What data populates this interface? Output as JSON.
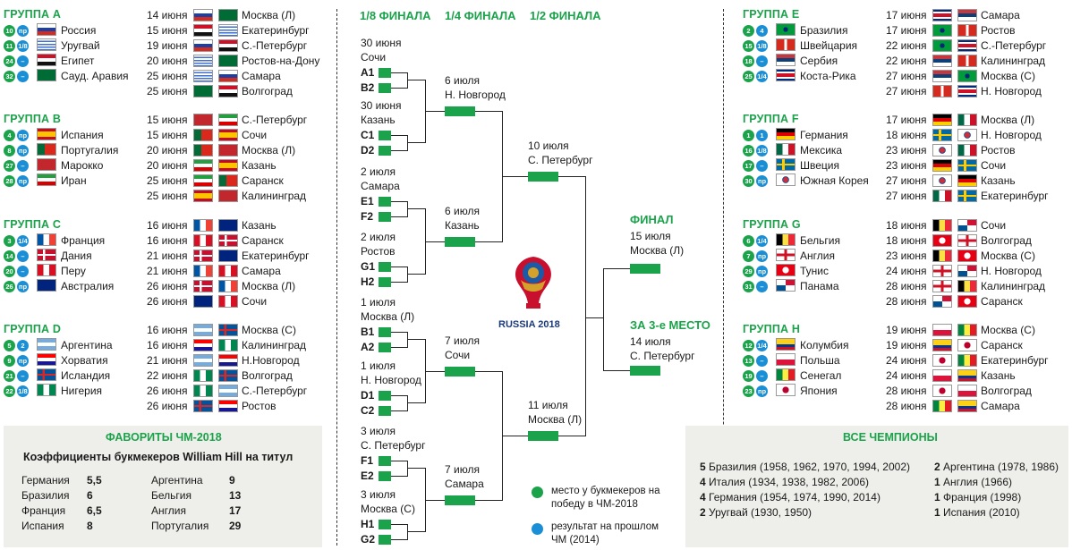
{
  "left_groups": [
    {
      "title": "ГРУППА А",
      "teams": [
        {
          "name": "Россия",
          "b1": "10",
          "b2": "пр",
          "f": "ru"
        },
        {
          "name": "Уругвай",
          "b1": "11",
          "b2": "1/8",
          "f": "uy"
        },
        {
          "name": "Египет",
          "b1": "24",
          "b2": "–",
          "f": "eg"
        },
        {
          "name": "Сауд. Аравия",
          "b1": "32",
          "b2": "–",
          "f": "sa"
        }
      ],
      "matches": [
        {
          "date": "14 июня",
          "f1": "ru",
          "f2": "sa",
          "city": "Москва (Л)"
        },
        {
          "date": "15 июня",
          "f1": "eg",
          "f2": "uy",
          "city": "Екатеринбург"
        },
        {
          "date": "19 июня",
          "f1": "ru",
          "f2": "eg",
          "city": "С.-Петербург"
        },
        {
          "date": "20 июня",
          "f1": "uy",
          "f2": "sa",
          "city": "Ростов-на-Дону"
        },
        {
          "date": "25 июня",
          "f1": "uy",
          "f2": "ru",
          "city": "Самара"
        },
        {
          "date": "25 июня",
          "f1": "sa",
          "f2": "eg",
          "city": "Волгоград"
        }
      ]
    },
    {
      "title": "ГРУППА B",
      "teams": [
        {
          "name": "Испания",
          "b1": "4",
          "b2": "пр",
          "f": "es"
        },
        {
          "name": "Португалия",
          "b1": "8",
          "b2": "пр",
          "f": "pt"
        },
        {
          "name": "Марокко",
          "b1": "27",
          "b2": "–",
          "f": "ma"
        },
        {
          "name": "Иран",
          "b1": "28",
          "b2": "пр",
          "f": "ir"
        }
      ],
      "matches": [
        {
          "date": "15 июня",
          "f1": "ma",
          "f2": "ir",
          "city": "С.-Петербург"
        },
        {
          "date": "15 июня",
          "f1": "pt",
          "f2": "es",
          "city": "Сочи"
        },
        {
          "date": "20 июня",
          "f1": "pt",
          "f2": "ma",
          "city": "Москва (Л)"
        },
        {
          "date": "20 июня",
          "f1": "ir",
          "f2": "es",
          "city": "Казань"
        },
        {
          "date": "25 июня",
          "f1": "ir",
          "f2": "pt",
          "city": "Саранск"
        },
        {
          "date": "25 июня",
          "f1": "es",
          "f2": "ma",
          "city": "Калининград"
        }
      ]
    },
    {
      "title": "ГРУППА C",
      "teams": [
        {
          "name": "Франция",
          "b1": "3",
          "b2": "1/4",
          "f": "fr"
        },
        {
          "name": "Дания",
          "b1": "14",
          "b2": "–",
          "f": "dk"
        },
        {
          "name": "Перу",
          "b1": "20",
          "b2": "–",
          "f": "pe"
        },
        {
          "name": "Австралия",
          "b1": "26",
          "b2": "пр",
          "f": "au"
        }
      ],
      "matches": [
        {
          "date": "16 июня",
          "f1": "fr",
          "f2": "au",
          "city": "Казань"
        },
        {
          "date": "16 июня",
          "f1": "pe",
          "f2": "dk",
          "city": "Саранск"
        },
        {
          "date": "21 июня",
          "f1": "dk",
          "f2": "au",
          "city": "Екатеринбург"
        },
        {
          "date": "21 июня",
          "f1": "fr",
          "f2": "pe",
          "city": "Самара"
        },
        {
          "date": "26 июня",
          "f1": "dk",
          "f2": "fr",
          "city": "Москва (Л)"
        },
        {
          "date": "26 июня",
          "f1": "au",
          "f2": "pe",
          "city": "Сочи"
        }
      ]
    },
    {
      "title": "ГРУППА D",
      "teams": [
        {
          "name": "Аргентина",
          "b1": "5",
          "b2": "2",
          "f": "ar"
        },
        {
          "name": "Хорватия",
          "b1": "9",
          "b2": "пр",
          "f": "hr"
        },
        {
          "name": "Исландия",
          "b1": "21",
          "b2": "–",
          "f": "is"
        },
        {
          "name": "Нигерия",
          "b1": "22",
          "b2": "1/8",
          "f": "ng"
        }
      ],
      "matches": [
        {
          "date": "16 июня",
          "f1": "ar",
          "f2": "is",
          "city": "Москва (С)"
        },
        {
          "date": "16 июня",
          "f1": "hr",
          "f2": "ng",
          "city": "Калининград"
        },
        {
          "date": "21 июня",
          "f1": "ar",
          "f2": "hr",
          "city": "Н.Новгород"
        },
        {
          "date": "22 июня",
          "f1": "ng",
          "f2": "is",
          "city": "Волгоград"
        },
        {
          "date": "26 июня",
          "f1": "ng",
          "f2": "ar",
          "city": "С.-Петербург"
        },
        {
          "date": "26 июня",
          "f1": "is",
          "f2": "hr",
          "city": "Ростов"
        }
      ]
    }
  ],
  "right_groups": [
    {
      "title": "ГРУППА E",
      "teams": [
        {
          "name": "Бразилия",
          "b1": "2",
          "b2": "4",
          "f": "br"
        },
        {
          "name": "Швейцария",
          "b1": "15",
          "b2": "1/8",
          "f": "ch"
        },
        {
          "name": "Сербия",
          "b1": "18",
          "b2": "–",
          "f": "rs"
        },
        {
          "name": "Коста-Рика",
          "b1": "25",
          "b2": "1/4",
          "f": "cr"
        }
      ],
      "matches": [
        {
          "date": "17 июня",
          "f1": "cr",
          "f2": "rs",
          "city": "Самара"
        },
        {
          "date": "17 июня",
          "f1": "br",
          "f2": "ch",
          "city": "Ростов"
        },
        {
          "date": "22 июня",
          "f1": "br",
          "f2": "cr",
          "city": "С.-Петербург"
        },
        {
          "date": "22 июня",
          "f1": "rs",
          "f2": "ch",
          "city": "Калининград"
        },
        {
          "date": "27 июня",
          "f1": "rs",
          "f2": "br",
          "city": "Москва (С)"
        },
        {
          "date": "27 июня",
          "f1": "ch",
          "f2": "cr",
          "city": "Н. Новгород"
        }
      ]
    },
    {
      "title": "ГРУППА F",
      "teams": [
        {
          "name": "Германия",
          "b1": "1",
          "b2": "1",
          "f": "de"
        },
        {
          "name": "Мексика",
          "b1": "16",
          "b2": "1/8",
          "f": "mx"
        },
        {
          "name": "Швеция",
          "b1": "17",
          "b2": "–",
          "f": "se"
        },
        {
          "name": "Южная Корея",
          "b1": "30",
          "b2": "пр",
          "f": "kr"
        }
      ],
      "matches": [
        {
          "date": "17 июня",
          "f1": "de",
          "f2": "mx",
          "city": "Москва (Л)"
        },
        {
          "date": "18 июня",
          "f1": "se",
          "f2": "kr",
          "city": "Н. Новгород"
        },
        {
          "date": "23 июня",
          "f1": "kr",
          "f2": "mx",
          "city": "Ростов"
        },
        {
          "date": "23 июня",
          "f1": "de",
          "f2": "se",
          "city": "Сочи"
        },
        {
          "date": "27 июня",
          "f1": "kr",
          "f2": "de",
          "city": "Казань"
        },
        {
          "date": "27 июня",
          "f1": "mx",
          "f2": "se",
          "city": "Екатеринбург"
        }
      ]
    },
    {
      "title": "ГРУППА G",
      "teams": [
        {
          "name": "Бельгия",
          "b1": "6",
          "b2": "1/4",
          "f": "be"
        },
        {
          "name": "Англия",
          "b1": "7",
          "b2": "пр",
          "f": "en"
        },
        {
          "name": "Тунис",
          "b1": "29",
          "b2": "пр",
          "f": "tn"
        },
        {
          "name": "Панама",
          "b1": "31",
          "b2": "–",
          "f": "pa"
        }
      ],
      "matches": [
        {
          "date": "18 июня",
          "f1": "be",
          "f2": "pa",
          "city": "Сочи"
        },
        {
          "date": "18 июня",
          "f1": "tn",
          "f2": "en",
          "city": "Волгоград"
        },
        {
          "date": "23 июня",
          "f1": "be",
          "f2": "tn",
          "city": "Москва (С)"
        },
        {
          "date": "24 июня",
          "f1": "en",
          "f2": "pa",
          "city": "Н. Новгород"
        },
        {
          "date": "28 июня",
          "f1": "en",
          "f2": "be",
          "city": "Калининград"
        },
        {
          "date": "28 июня",
          "f1": "pa",
          "f2": "tn",
          "city": "Саранск"
        }
      ]
    },
    {
      "title": "ГРУППА H",
      "teams": [
        {
          "name": "Колумбия",
          "b1": "12",
          "b2": "1/4",
          "f": "co"
        },
        {
          "name": "Польша",
          "b1": "13",
          "b2": "–",
          "f": "pl"
        },
        {
          "name": "Сенегал",
          "b1": "19",
          "b2": "–",
          "f": "sn"
        },
        {
          "name": "Япония",
          "b1": "23",
          "b2": "пр",
          "f": "jp"
        }
      ],
      "matches": [
        {
          "date": "19 июня",
          "f1": "pl",
          "f2": "sn",
          "city": "Москва (С)"
        },
        {
          "date": "19 июня",
          "f1": "co",
          "f2": "jp",
          "city": "Саранск"
        },
        {
          "date": "24 июня",
          "f1": "jp",
          "f2": "sn",
          "city": "Екатеринбург"
        },
        {
          "date": "24 июня",
          "f1": "pl",
          "f2": "co",
          "city": "Казань"
        },
        {
          "date": "28 июня",
          "f1": "jp",
          "f2": "pl",
          "city": "Волгоград"
        },
        {
          "date": "28 июня",
          "f1": "sn",
          "f2": "co",
          "city": "Самара"
        }
      ]
    }
  ],
  "bracket": {
    "headers": {
      "r16": "1/8 ФИНАЛА",
      "qf": "1/4 ФИНАЛА",
      "sf": "1/2 ФИНАЛА"
    },
    "r16": [
      {
        "date": "30 июня",
        "city": "Сочи",
        "t1": "A1",
        "t2": "B2"
      },
      {
        "date": "30 июня",
        "city": "Казань",
        "t1": "C1",
        "t2": "D2"
      },
      {
        "date": "2 июля",
        "city": "Самара",
        "t1": "E1",
        "t2": "F2"
      },
      {
        "date": "2 июля",
        "city": "Ростов",
        "t1": "G1",
        "t2": "H2"
      },
      {
        "date": "1 июля",
        "city": "Москва (Л)",
        "t1": "B1",
        "t2": "A2"
      },
      {
        "date": "1 июля",
        "city": "Н. Новгород",
        "t1": "D1",
        "t2": "C2"
      },
      {
        "date": "3 июля",
        "city": "С. Петербург",
        "t1": "F1",
        "t2": "E2"
      },
      {
        "date": "3 июля",
        "city": "Москва (С)",
        "t1": "H1",
        "t2": "G2"
      }
    ],
    "qf": [
      {
        "date": "6 июля",
        "city": "Н. Новгород"
      },
      {
        "date": "6 июля",
        "city": "Казань"
      },
      {
        "date": "7 июля",
        "city": "Сочи"
      },
      {
        "date": "7 июля",
        "city": "Самара"
      }
    ],
    "sf": [
      {
        "date": "10 июля",
        "city": "С. Петербург"
      },
      {
        "date": "11 июля",
        "city": "Москва (Л)"
      }
    ],
    "final": {
      "title": "ФИНАЛ",
      "date": "15 июля",
      "city": "Москва (Л)"
    },
    "third": {
      "title": "ЗА 3-е МЕСТО",
      "date": "14 июля",
      "city": "С. Петербург"
    },
    "logo_text": "RUSSIA 2018"
  },
  "legend": {
    "green": "место у букмекеров на победу в ЧМ-2018",
    "blue": "результат на прошлом ЧМ (2014)",
    "green_color": "#1aa34a",
    "blue_color": "#1a8fd6"
  },
  "favorites": {
    "title": "ФАВОРИТЫ ЧМ-2018",
    "subtitle": "Коэффициенты букмекеров William Hill на титул",
    "left": [
      {
        "team": "Германия",
        "odds": "5,5"
      },
      {
        "team": "Бразилия",
        "odds": "6"
      },
      {
        "team": "Франция",
        "odds": "6,5"
      },
      {
        "team": "Испания",
        "odds": "8"
      }
    ],
    "right": [
      {
        "team": "Аргентина",
        "odds": "9"
      },
      {
        "team": "Бельгия",
        "odds": "13"
      },
      {
        "team": "Англия",
        "odds": "17"
      },
      {
        "team": "Португалия",
        "odds": "29"
      }
    ]
  },
  "champions": {
    "title": "ВСЕ ЧЕМПИОНЫ",
    "left": [
      {
        "count": "5",
        "text": "Бразилия  (1958, 1962, 1970, 1994, 2002)"
      },
      {
        "count": "4",
        "text": "Италия (1934, 1938, 1982, 2006)"
      },
      {
        "count": "4",
        "text": "Германия (1954, 1974, 1990, 2014)"
      },
      {
        "count": "2",
        "text": "Уругвай (1930, 1950)"
      }
    ],
    "right": [
      {
        "count": "2",
        "text": "Аргентина (1978, 1986)"
      },
      {
        "count": "1",
        "text": "Англия (1966)"
      },
      {
        "count": "1",
        "text": "Франция (1998)"
      },
      {
        "count": "1",
        "text": "Испания (2010)"
      }
    ]
  }
}
